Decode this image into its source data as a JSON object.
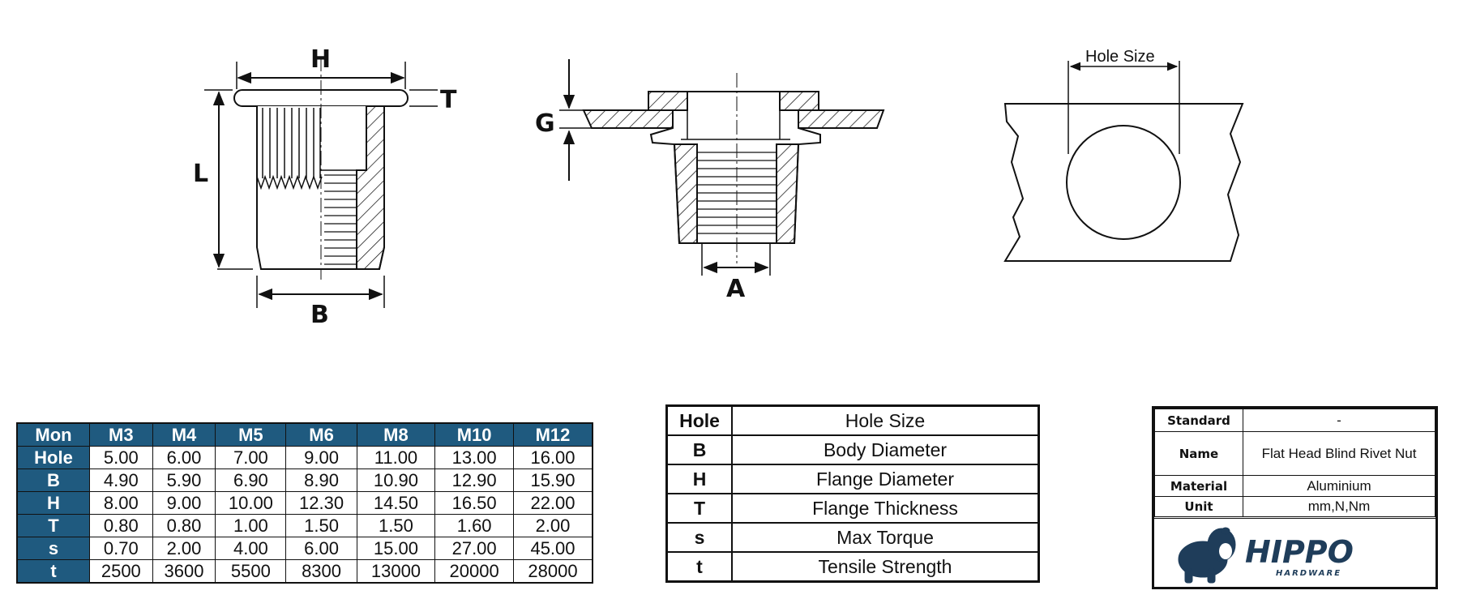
{
  "diagram": {
    "labels": {
      "H": "H",
      "T": "T",
      "L": "L",
      "B": "B",
      "G": "G",
      "A": "A",
      "hole_size": "Hole Size"
    }
  },
  "spec_table": {
    "headers": [
      "Mon",
      "M3",
      "M4",
      "M5",
      "M6",
      "M8",
      "M10",
      "M12"
    ],
    "rows": [
      {
        "label": "Hole",
        "values": [
          "5.00",
          "6.00",
          "7.00",
          "9.00",
          "11.00",
          "13.00",
          "16.00"
        ]
      },
      {
        "label": "B",
        "values": [
          "4.90",
          "5.90",
          "6.90",
          "8.90",
          "10.90",
          "12.90",
          "15.90"
        ]
      },
      {
        "label": "H",
        "values": [
          "8.00",
          "9.00",
          "10.00",
          "12.30",
          "14.50",
          "16.50",
          "22.00"
        ]
      },
      {
        "label": "T",
        "values": [
          "0.80",
          "0.80",
          "1.00",
          "1.50",
          "1.50",
          "1.60",
          "2.00"
        ]
      },
      {
        "label": "s",
        "values": [
          "0.70",
          "2.00",
          "4.00",
          "6.00",
          "15.00",
          "27.00",
          "45.00"
        ]
      },
      {
        "label": "t",
        "values": [
          "2500",
          "3600",
          "5500",
          "8300",
          "13000",
          "20000",
          "28000"
        ]
      }
    ]
  },
  "legend_table": [
    {
      "key": "Hole",
      "value": "Hole Size"
    },
    {
      "key": "B",
      "value": "Body Diameter"
    },
    {
      "key": "H",
      "value": "Flange Diameter"
    },
    {
      "key": "T",
      "value": "Flange Thickness"
    },
    {
      "key": "s",
      "value": "Max Torque"
    },
    {
      "key": "t",
      "value": "Tensile Strength"
    }
  ],
  "info_table": [
    {
      "key": "Standard",
      "value": "-"
    },
    {
      "key": "Name",
      "value": "Flat Head Blind Rivet Nut"
    },
    {
      "key": "Material",
      "value": "Aluminium"
    },
    {
      "key": "Unit",
      "value": "mm,N,Nm"
    }
  ],
  "logo": {
    "line1": "HIPPO",
    "line2": "HARDWARE",
    "color": "#1f3d5a"
  },
  "colors": {
    "table_header": "#1f5a7f"
  }
}
